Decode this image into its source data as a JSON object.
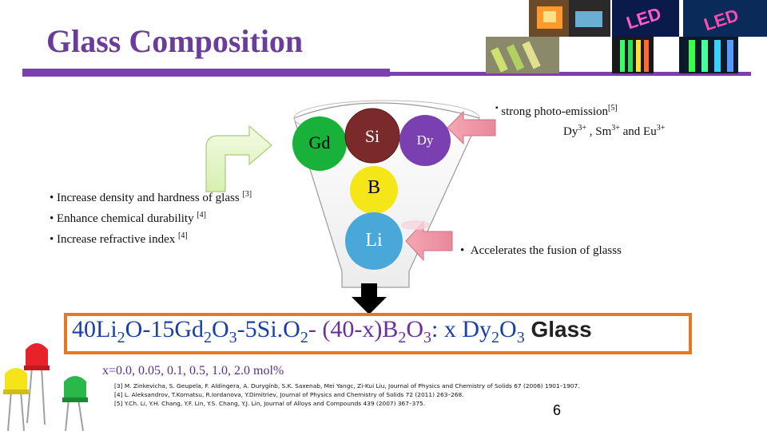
{
  "slide": {
    "title": "Glass Composition",
    "page_number": "6"
  },
  "elements": {
    "gd": "Gd",
    "si": "Si",
    "dy": "Dy",
    "b": "B",
    "li": "Li"
  },
  "gd_effects": {
    "items": [
      {
        "text": "• Increase density and hardness of glass ",
        "ref": "[3]"
      },
      {
        "text": "• Enhance chemical durability ",
        "ref": "[4]"
      },
      {
        "text": "• Increase refractive index ",
        "ref": "[4]"
      }
    ]
  },
  "dy_note": {
    "bullet": "▪",
    "line1": "strong photo-emission",
    "line1_ref": "[5]",
    "line2_a": "Dy",
    "line2_a_sup": "3+",
    "line2_b": " , Sm",
    "line2_b_sup": "3+",
    "line2_c": " and Eu",
    "line2_c_sup": "3+"
  },
  "li_note": {
    "bullet": "•",
    "text": "Accelerates the fusion of glasss"
  },
  "formula": {
    "p1": "40Li",
    "p1_sub": "2",
    "p2": "O-15Gd",
    "p2_sub": "2",
    "p3": "O",
    "p3_sub": "3",
    "p4": "-5Si.O",
    "p4_sub": "2",
    "p5": "- (40-x)B",
    "p5_sub": "2",
    "p6": "O",
    "p6_sub": "3",
    "p7": ": x Dy",
    "p7_sub": "2",
    "p8": "O",
    "p8_sub": "3",
    "p9": " Glass"
  },
  "x_values": "x=0.0, 0.05, 0.1, 0.5, 1.0, 2.0 mol%",
  "references": [
    "[3] M. Zinkevicha, S. Geupela, F. Aldingera, A. Durygínb, S.K. Saxenab, Mei Yangc, Zi-Kui Liu, Journal of Physics and Chemistry of Solids 67 (2006) 1901–1907.",
    "[4] L. Aleksandrov, T.Komatsu, R.Iordanova, Y.Dimitriev, Journal of Physics and Chemistry of Solids 72 (2011) 263–268.",
    "[5] Y.Ch. Li, Y.H. Chang, Y.F. Lin, Y.S. Chang, Y.J. Lin, Journal of Alloys and Compounds 439 (2007) 367–375."
  ],
  "photo_labels": [
    "LED",
    "LED"
  ],
  "colors": {
    "title": "#6a3d9a",
    "bar": "#7a3fb0",
    "gd_circle": "#18b23a",
    "si_circle": "#7a2a2a",
    "dy_circle": "#7a3fb0",
    "b_circle": "#f5e61a",
    "li_circle": "#4aa8d8",
    "formula_border": "#e87722",
    "formula_blue": "#1a3fa8",
    "formula_green": "#1a8a3a",
    "formula_purple": "#6a2fa0"
  }
}
